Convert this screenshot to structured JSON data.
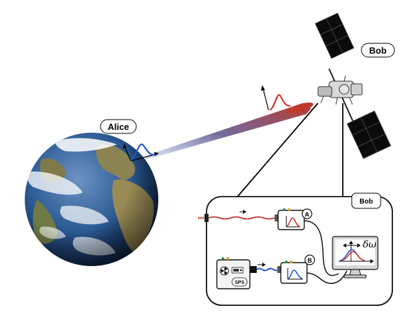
{
  "labels": {
    "alice": "Alice",
    "bob_top": "Bob",
    "bob_box": "Bob",
    "detector_a": "A",
    "detector_b": "B",
    "source": "SPS",
    "frequency": "δω"
  },
  "colors": {
    "alice_pulse": "#1f55c8",
    "bob_pulse": "#d0342c",
    "beam_red": "#c0392b",
    "beam_blue": "#3a4f8f",
    "ocean": "#2b5a93",
    "land": "#8c8352",
    "panel": "#111111"
  },
  "icons": [
    "earth-globe",
    "satellite",
    "radiation-icon",
    "monitor-icon"
  ]
}
